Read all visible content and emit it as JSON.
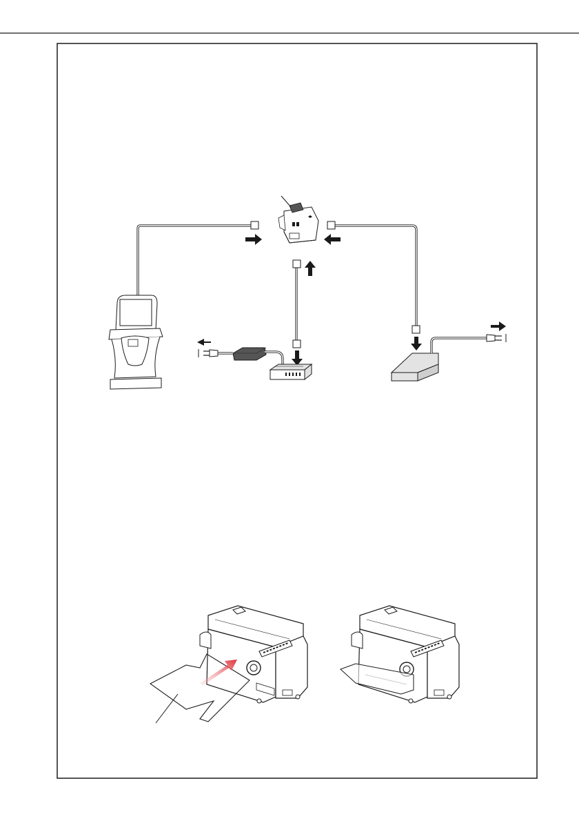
{
  "page": {
    "page_number": ""
  },
  "colors": {
    "frame": "#1a1a1a",
    "tab": "#f6cbe0",
    "device_light": "#e3e3e3",
    "device_dark": "#555555",
    "arrow": "#1a1a1a",
    "insert_arrow": "#e0303a"
  },
  "diagram": {
    "label_top": "",
    "label_bottom_left": "",
    "nodes": [
      {
        "id": "reader",
        "icon": "card-reader-device-icon"
      },
      {
        "id": "kiosk",
        "icon": "kiosk-terminal-icon"
      },
      {
        "id": "power-adapter",
        "icon": "power-adapter-icon"
      },
      {
        "id": "hub",
        "icon": "network-hub-icon"
      },
      {
        "id": "power-supply",
        "icon": "power-supply-box-icon"
      }
    ],
    "connectors": [
      "reader-kiosk",
      "reader-hub",
      "reader-power-supply",
      "adapter-hub",
      "adapter-mains",
      "supply-mains"
    ]
  }
}
